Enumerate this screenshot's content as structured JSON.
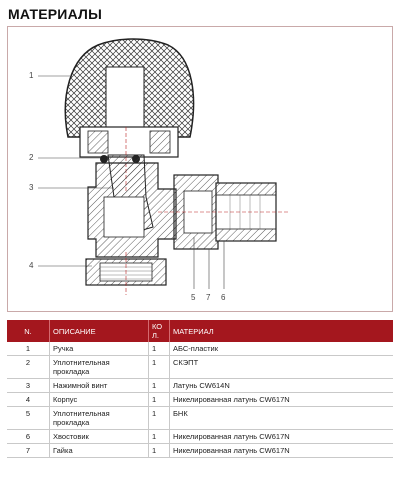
{
  "title": "МАТЕРИАЛЫ",
  "drawing": {
    "callouts_left": [
      "1",
      "2",
      "3",
      "4"
    ],
    "callouts_bottom": [
      "5",
      "7",
      "6"
    ]
  },
  "table": {
    "headers": {
      "num": "N.",
      "desc": "ОПИСАНИЕ",
      "qty_line1": "КО",
      "qty_line2": "Л.",
      "material": "МАТЕРИАЛ"
    },
    "rows": [
      {
        "num": "1",
        "desc": [
          "Ручка"
        ],
        "qty": "1",
        "material": "АБС-пластик"
      },
      {
        "num": "2",
        "desc": [
          "Уплотнительная",
          "прокладка"
        ],
        "qty": "1",
        "material": "СКЭПТ"
      },
      {
        "num": "3",
        "desc": [
          "Нажимной винт"
        ],
        "qty": "1",
        "material": "Латунь CW614N"
      },
      {
        "num": "4",
        "desc": [
          "Корпус"
        ],
        "qty": "1",
        "material": "Никелированная латунь CW617N"
      },
      {
        "num": "5",
        "desc": [
          "Уплотнительная",
          "прокладка"
        ],
        "qty": "1",
        "material": "БНК"
      },
      {
        "num": "6",
        "desc": [
          "Хвостовик"
        ],
        "qty": "1",
        "material": "Никелированная латунь CW617N"
      },
      {
        "num": "7",
        "desc": [
          "Гайка"
        ],
        "qty": "1",
        "material": "Никелированная латунь CW617N"
      }
    ]
  }
}
